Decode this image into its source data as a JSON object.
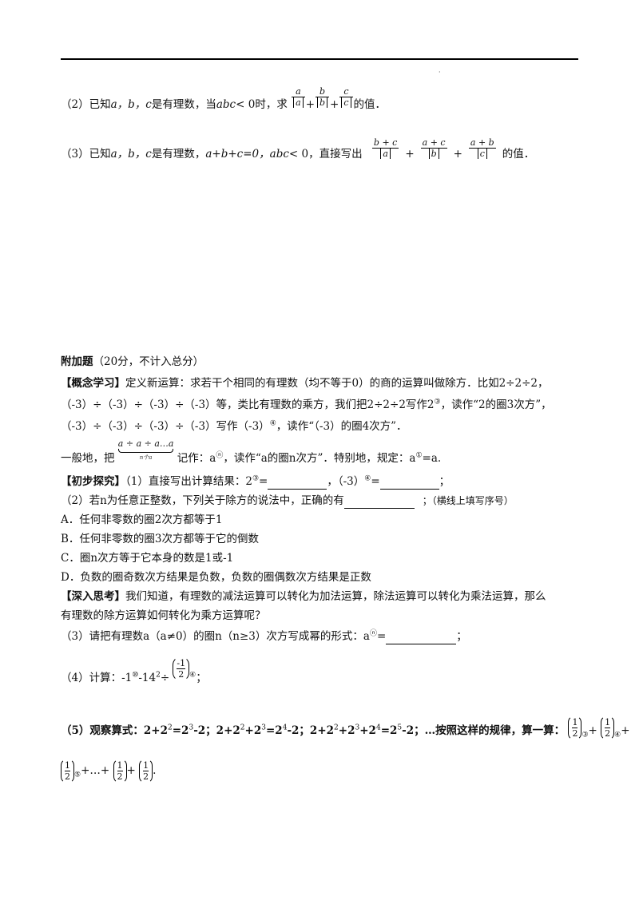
{
  "q2": {
    "prefix": "（2）已知",
    "vars": "a，b，c",
    "mid": "是有理数，当",
    "cond": "abc",
    "cond_rel": "< 0时，求",
    "fracs": [
      {
        "num": "a",
        "den": "a"
      },
      {
        "num": "b",
        "den": "b"
      },
      {
        "num": "c",
        "den": "c"
      }
    ],
    "plus": "+",
    "suffix": "的值．"
  },
  "q3": {
    "prefix": "（3）已知",
    "vars": "a，b，c",
    "mid": "是有理数，",
    "sum_cond": "a+b+c=0，",
    "cond": "abc",
    "cond_rel": "< 0，直接写出",
    "fracs": [
      {
        "num": "b + c",
        "den": "a"
      },
      {
        "num": "a + c",
        "den": "b"
      },
      {
        "num": "a + b",
        "den": "c"
      }
    ],
    "plus": "+",
    "suffix": "的值．"
  },
  "extra": {
    "title": "附加题",
    "title_note": "（20分，不计入总分）",
    "concept_tag": "【概念学习】",
    "concept_l1": "定义新运算：求若干个相同的有理数（均不等于0）的商的运算叫做除方．比如2÷2÷2，",
    "concept_l2a": "（-3）÷（-3）÷（-3）÷（-3）等，类比有理数的乘方，我们把2÷2÷2写作2",
    "concept_l2_sup": "③",
    "concept_l2b": "，读作“2的圈3次方”，",
    "concept_l3a": "（-3）÷（-3）÷（-3）÷（-3）写作（-3）",
    "concept_l3_sup": "④",
    "concept_l3b": "，读作“（-3）的圈4次方”．",
    "general_a": "一般地，把",
    "general_brace_top": "a ÷ a ÷ a…a",
    "general_brace_sub": "n个a",
    "general_b": "记作：a",
    "general_sup": "ⓝ",
    "general_c": "，读作“a的圈n次方”．特别地，规定：a",
    "general_sup2": "①",
    "general_d": "=a.",
    "explore_tag": "【初步探究】",
    "explore_l1a": "（1）直接写出计算结果：2",
    "explore_l1_sup": "③",
    "explore_l1b": "=",
    "explore_l1c": "，（-3）",
    "explore_l1_sup2": "④",
    "explore_l1d": "=",
    "explore_l1e": "；",
    "explore_l2a": "（2）若n为任意正整数，下列关于除方的说法中，正确的有",
    "explore_l2b": "；（横线上填写序号）",
    "options": [
      "A．任何非零数的圈2次方都等于1",
      "B．任何非零数的圈3次方都等于它的倒数",
      "C．圈n次方等于它本身的数是1或-1",
      "D．负数的圈奇数次方结果是负数，负数的圈偶数次方结果是正数"
    ],
    "deep_tag": "【深入思考】",
    "deep_l1": "我们知道，有理数的减法运算可以转化为加法运算，除法运算可以转化为乘法运算，那么",
    "deep_l2": "有理数的除方运算如何转化为乘方运算呢？",
    "q3a": "（3）请把有理数a（a≠0）的圈n（n≥3）次方写成幂的形式：a",
    "q3_sup": "ⓝ",
    "q3b": "=",
    "q3c": "；",
    "q4a": "（4）计算：-1",
    "q4_sup1": "⑩",
    "q4b": "-14",
    "q4_sup2": "2",
    "q4c": "÷",
    "q4_frac": {
      "num": "1",
      "den": "2",
      "sign": "-"
    },
    "q4_sup3": "④",
    "q4d": "；",
    "q5a": "（5）观察算式：2+2",
    "q5_s1": "2",
    "q5b": "=2",
    "q5_s2": "3",
    "q5c": "-2；2+2",
    "q5_s3": "2",
    "q5d": "+2",
    "q5_s4": "3",
    "q5e": "=2",
    "q5_s5": "4",
    "q5f": "-2；2+2",
    "q5_s6": "2",
    "q5g": "+2",
    "q5_s7": "3",
    "q5h": "+2",
    "q5_s8": "4",
    "q5i": "=2",
    "q5_s9": "5",
    "q5j": "-2；…按照这样的规律，算一算：",
    "q5_half_num": "1",
    "q5_half_den": "2",
    "q5_circ1": "③",
    "q5_plus": "+",
    "q5_circ2": "④",
    "q5_circ3": "⑤",
    "q5_dots": "+…+",
    "q5_end": "."
  }
}
